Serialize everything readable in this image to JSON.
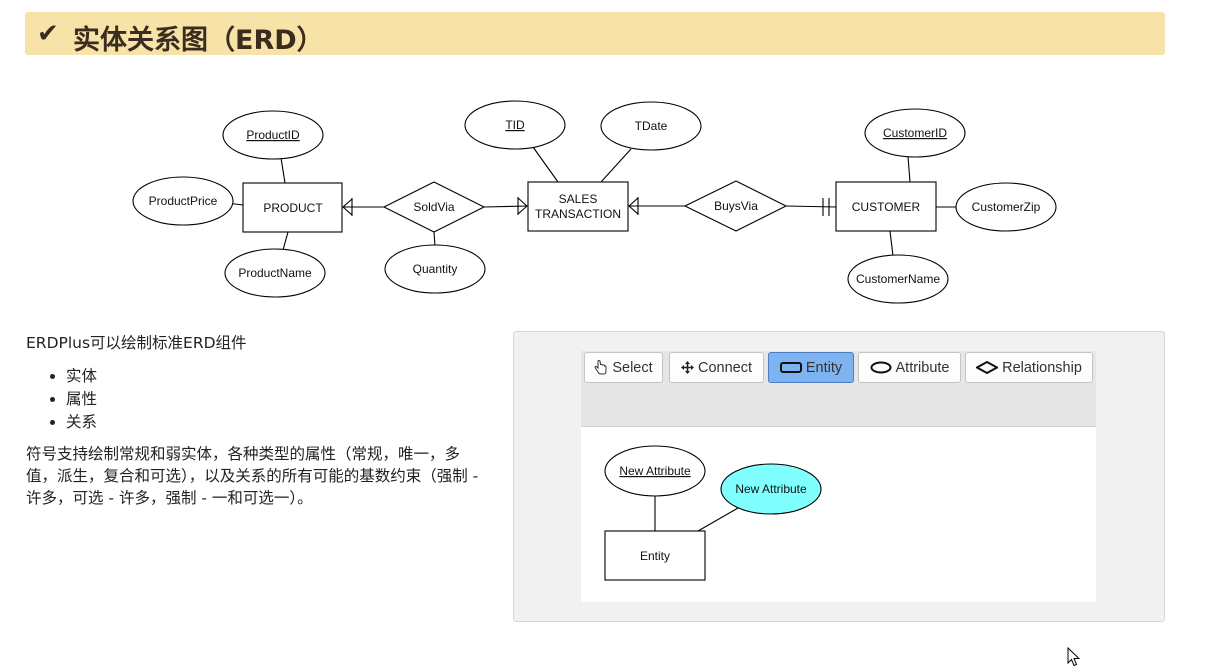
{
  "header": {
    "check_icon": "✔",
    "title": "实体关系图（ERD）"
  },
  "erd": {
    "entities": {
      "product": "PRODUCT",
      "sales_line1": "SALES",
      "sales_line2": "TRANSACTION",
      "customer": "CUSTOMER"
    },
    "relationships": {
      "soldvia": "SoldVia",
      "buysvia": "BuysVia"
    },
    "attributes": {
      "productid": "ProductID",
      "productprice": "ProductPrice",
      "productname": "ProductName",
      "quantity": "Quantity",
      "tid": "TID",
      "tdate": "TDate",
      "customerid": "CustomerID",
      "customerzip": "CustomerZip",
      "customername": "CustomerName"
    }
  },
  "intro": "ERDPlus可以绘制标准ERD组件",
  "features": [
    "实体",
    "属性",
    "关系"
  ],
  "description": "符号支持绘制常规和弱实体，各种类型的属性（常规，唯一，多值，派生，复合和可选），以及关系的所有可能的基数约束（强制 - 许多，可选 - 许多，强制 - 一和可选一）。",
  "editor": {
    "toolbar": {
      "select": "Select",
      "connect": "Connect",
      "entity": "Entity",
      "attribute": "Attribute",
      "relationship": "Relationship",
      "active": "Entity"
    },
    "canvas": {
      "attr1": "New Attribute",
      "attr2": "New Attribute",
      "entity": "Entity"
    },
    "colors": {
      "active_tool": "#7db3f0",
      "highlight_attribute": "#80ffff",
      "banner": "#f7e3a7"
    }
  }
}
